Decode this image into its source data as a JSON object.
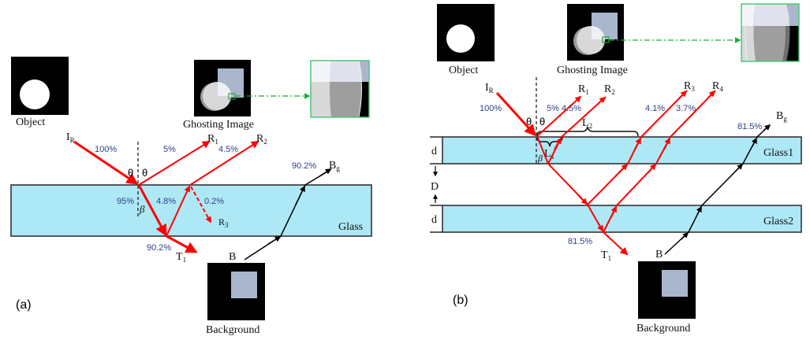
{
  "panel_a": {
    "label": "(a)",
    "object_caption": "Object",
    "ghost_caption": "Ghosting Image",
    "background_caption": "Background",
    "glass_label": "Glass",
    "ray_labels": {
      "incident": "I",
      "incident_sub": "R",
      "r1": "R",
      "r1_sub": "1",
      "r2": "R",
      "r2_sub": "2",
      "r3": "R",
      "r3_sub": "3",
      "t1": "T",
      "t1_sub": "1",
      "b": "B",
      "bg": "B",
      "bg_sub": "g"
    },
    "angles": {
      "theta_left": "θ",
      "theta_right": "θ",
      "beta": "β"
    },
    "percentages": {
      "incident": "100%",
      "r1": "5%",
      "r2": "4.5%",
      "refracted": "95%",
      "internal": "4.8%",
      "r3": "0.2%",
      "t1": "90.2%",
      "bg": "90.2%"
    }
  },
  "panel_b": {
    "label": "(b)",
    "object_caption": "Object",
    "ghost_caption": "Ghosting Image",
    "background_caption": "Background",
    "glass1_label": "Glass1",
    "glass2_label": "Glass2",
    "dims": {
      "d_top": "d",
      "d_bottom": "d",
      "gap": "D",
      "l1": "L",
      "l1_sub": "1",
      "l2": "L",
      "l2_sub": "2"
    },
    "ray_labels": {
      "incident": "I",
      "incident_sub": "R",
      "r1": "R",
      "r1_sub": "1",
      "r2": "R",
      "r2_sub": "2",
      "r3": "R",
      "r3_sub": "3",
      "r4": "R",
      "r4_sub": "4",
      "t1": "T",
      "t1_sub": "1",
      "b": "B",
      "bg": "B",
      "bg_sub": "g"
    },
    "angles": {
      "theta_left": "θ",
      "theta_right": "θ",
      "beta": "β"
    },
    "percentages": {
      "incident": "100%",
      "r1": "5%",
      "r2": "4.5%",
      "r3": "4.1%",
      "r4": "3.7%",
      "t1": "81.5%",
      "bg": "81.5%"
    }
  }
}
